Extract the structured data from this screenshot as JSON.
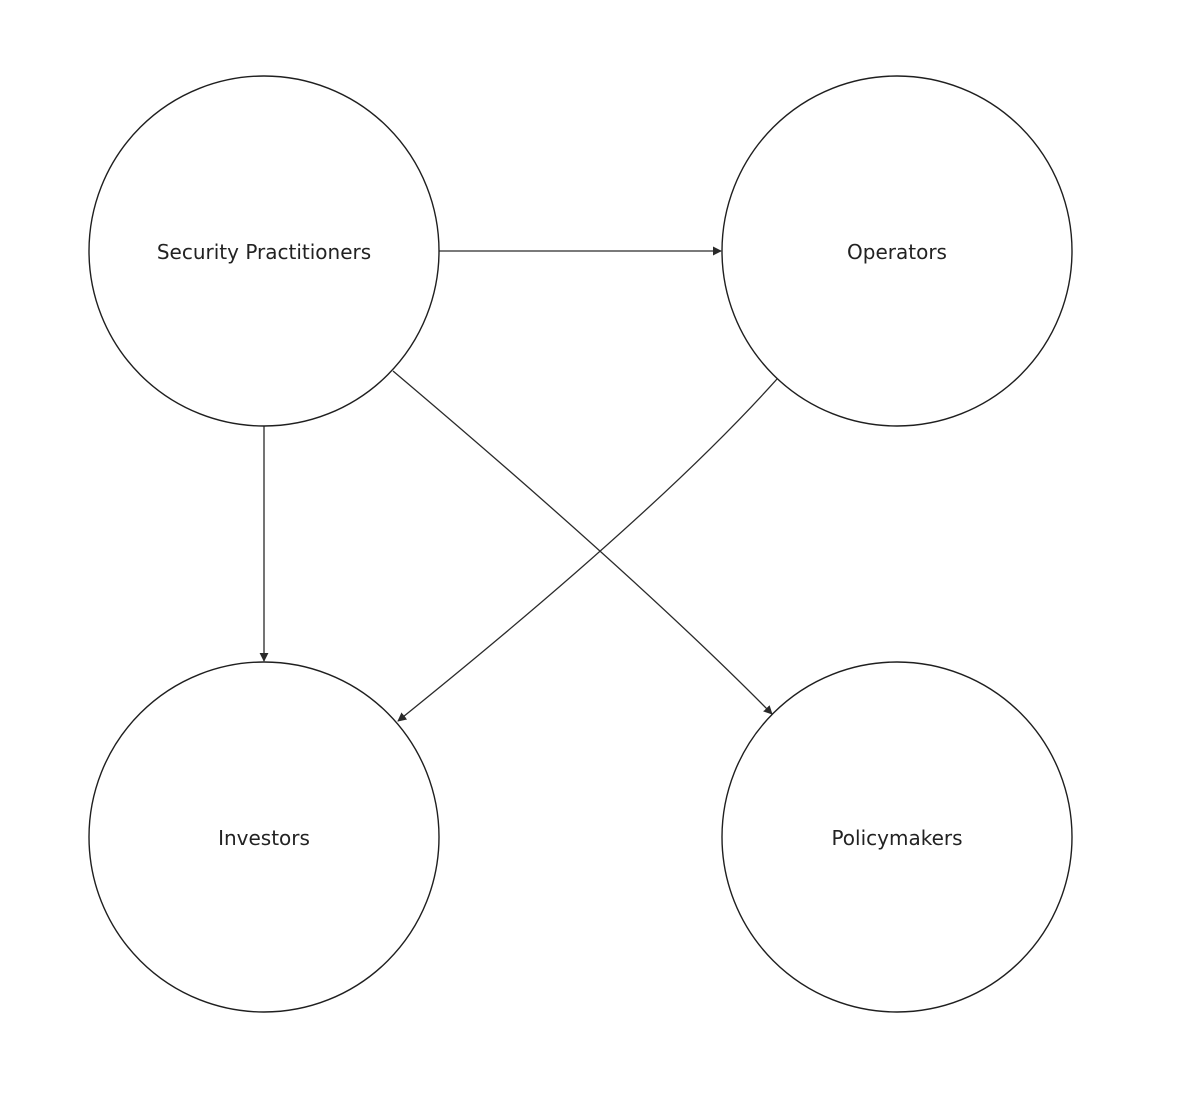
{
  "diagram": {
    "nodes": [
      {
        "id": "security-practitioners",
        "label": "Security Practitioners"
      },
      {
        "id": "operators",
        "label": "Operators"
      },
      {
        "id": "investors",
        "label": "Investors"
      },
      {
        "id": "policymakers",
        "label": "Policymakers"
      }
    ],
    "edges": [
      {
        "from": "security-practitioners",
        "to": "operators"
      },
      {
        "from": "security-practitioners",
        "to": "investors"
      },
      {
        "from": "security-practitioners",
        "to": "policymakers"
      },
      {
        "from": "operators",
        "to": "investors"
      }
    ],
    "colors": {
      "stroke": "#1f1f1f",
      "text": "#222222",
      "background": "#ffffff"
    }
  }
}
